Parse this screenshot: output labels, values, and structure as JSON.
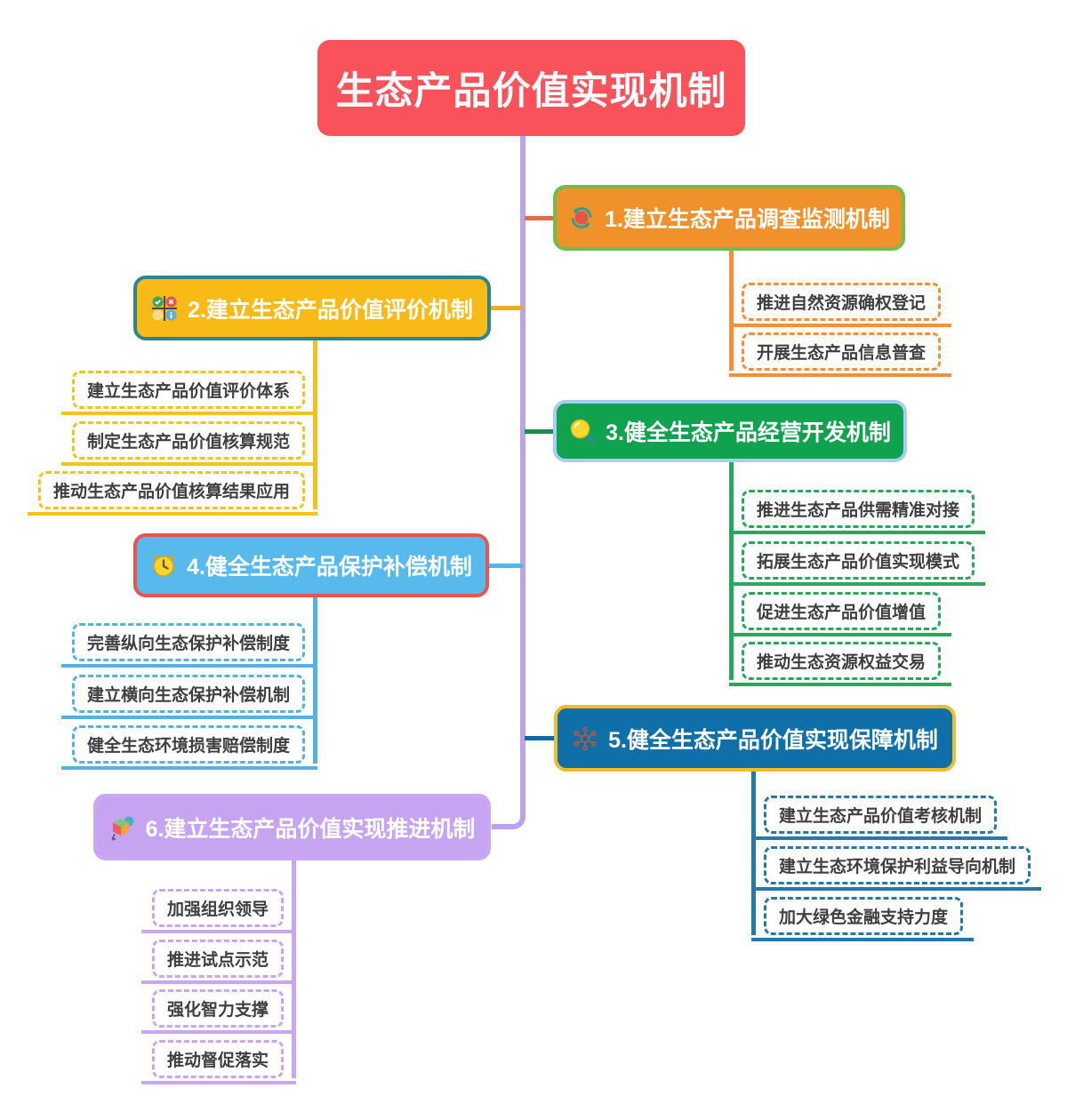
{
  "title": "生态产品价值实现机制",
  "colors": {
    "canvas": "#FFFFFF",
    "title_bg": "#FA525B",
    "trunk": "#BCA2EC",
    "child_text": "#3F3F3F"
  },
  "branches": [
    {
      "label": "1.建立生态产品调查监测机制",
      "side": "right",
      "icon": "sync-icon",
      "fill": "#F0912B",
      "border": "#6FBE4C",
      "line": "#F2913A",
      "children": [
        "推进自然资源确权登记",
        "开展生态产品信息普查"
      ]
    },
    {
      "label": "2.建立生态产品价值评价机制",
      "side": "left",
      "icon": "status-grid-icon",
      "fill": "#F7BA16",
      "border": "#2B858C",
      "line": "#F4C21F",
      "children": [
        "建立生态产品价值评价体系",
        "制定生态产品价值核算规范",
        "推动生态产品价值核算结果应用"
      ]
    },
    {
      "label": "3.健全生态产品经营开发机制",
      "side": "right",
      "icon": "magnifier-icon",
      "fill": "#10A24F",
      "border": "#A8CDF4",
      "line": "#27A85D",
      "children": [
        "推进生态产品供需精准对接",
        "拓展生态产品价值实现模式",
        "促进生态产品价值增值",
        "推动生态资源权益交易"
      ]
    },
    {
      "label": "4.健全生态产品保护补偿机制",
      "side": "left",
      "icon": "clock-icon",
      "fill": "#58BAEC",
      "border": "#E8544E",
      "line": "#55B1E4",
      "children": [
        "完善纵向生态保护补偿制度",
        "建立横向生态保护补偿机制",
        "健全生态环境损害赔偿制度"
      ]
    },
    {
      "label": "5.健全生态产品价值实现保障机制",
      "side": "right",
      "icon": "network-icon",
      "fill": "#0E6FA9",
      "border": "#F2BB2A",
      "line": "#2478AC",
      "children": [
        "建立生态产品价值考核机制",
        "建立生态环境保护利益导向机制",
        "加大绿色金融支持力度"
      ]
    },
    {
      "label": "6.建立生态产品价值实现推进机制",
      "side": "left",
      "icon": "cube-icon",
      "fill": "#C7A4F2",
      "border": "#C9A8F5",
      "line": "#C9A6F0",
      "children": [
        "加强组织领导",
        "推进试点示范",
        "强化智力支撑",
        "推动督促落实"
      ]
    }
  ]
}
